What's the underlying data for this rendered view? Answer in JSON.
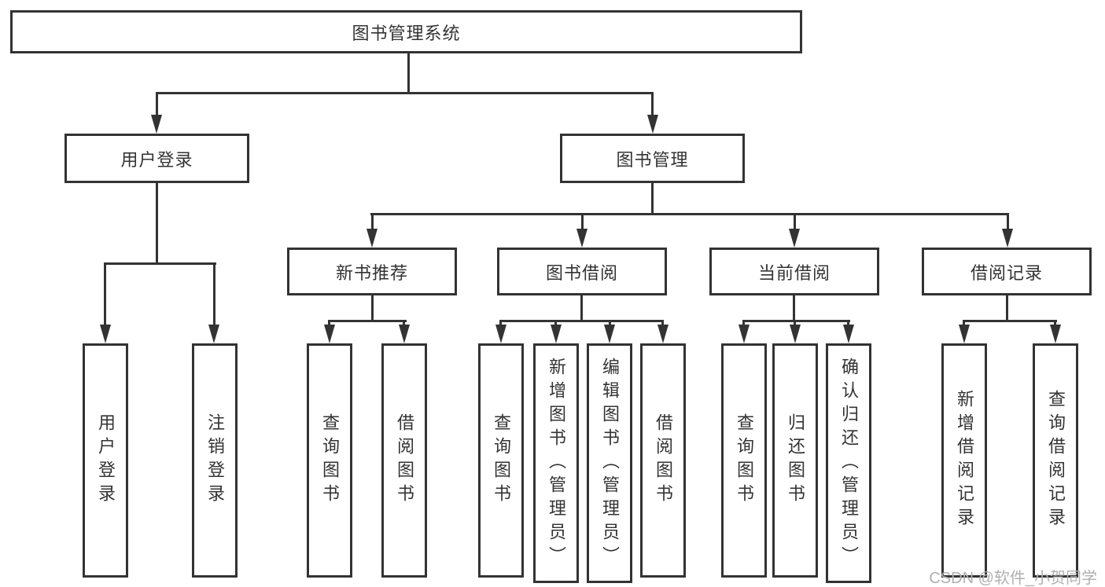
{
  "colors": {
    "line": "#333333",
    "text": "#333333",
    "background": "#ffffff",
    "watermark": "#b0b0b0"
  },
  "watermark": {
    "text": "CSDN @软件_小贺同学"
  },
  "tree": {
    "root": {
      "label": "图书管理系统",
      "children": [
        {
          "label": "用户登录",
          "children": [
            {
              "label": "用户登录"
            },
            {
              "label": "注销登录"
            }
          ]
        },
        {
          "label": "图书管理",
          "children": [
            {
              "label": "新书推荐",
              "children": [
                {
                  "label": "查询图书"
                },
                {
                  "label": "借阅图书"
                }
              ]
            },
            {
              "label": "图书借阅",
              "children": [
                {
                  "label": "查询图书"
                },
                {
                  "label": "新增图书（管理员）"
                },
                {
                  "label": "编辑图书（管理员）"
                },
                {
                  "label": "借阅图书"
                }
              ]
            },
            {
              "label": "当前借阅",
              "children": [
                {
                  "label": "查询图书"
                },
                {
                  "label": "归还图书"
                },
                {
                  "label": "确认归还（管理员）"
                }
              ]
            },
            {
              "label": "借阅记录",
              "children": [
                {
                  "label": "新增借阅记录"
                },
                {
                  "label": "查询借阅记录"
                }
              ]
            }
          ]
        }
      ]
    }
  }
}
